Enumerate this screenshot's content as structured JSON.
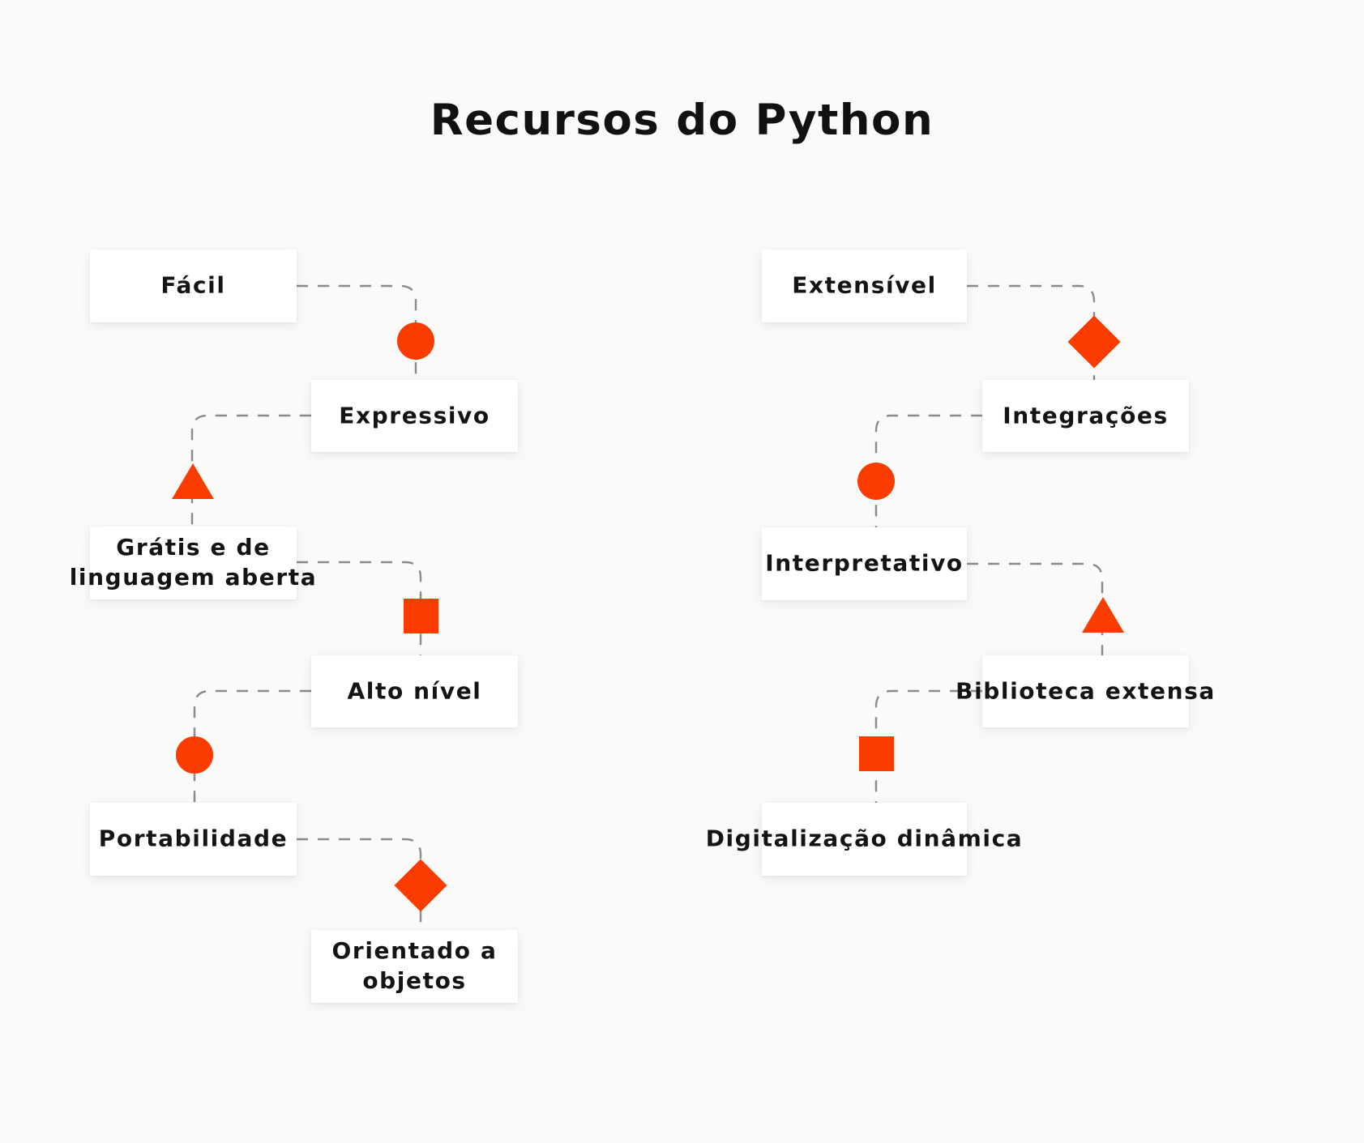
{
  "title": "Recursos do Python",
  "theme": {
    "accent": "#FA3C00",
    "page_background": "#FBFAF9",
    "node_background": "#FFFFFF",
    "text_color": "#141414",
    "connector_color": "#8A8A8A"
  },
  "columns": [
    {
      "name": "left-column",
      "nodes": [
        {
          "label": "Fácil",
          "marker": "circle"
        },
        {
          "label": "Expressivo",
          "marker": "triangle"
        },
        {
          "label": "Grátis e de linguagem aberta",
          "marker": "square"
        },
        {
          "label": "Alto nível",
          "marker": "circle"
        },
        {
          "label": "Portabilidade",
          "marker": "diamond"
        },
        {
          "label": "Orientado a objetos",
          "marker": null
        }
      ]
    },
    {
      "name": "right-column",
      "nodes": [
        {
          "label": "Extensível",
          "marker": "diamond"
        },
        {
          "label": "Integrações",
          "marker": "circle"
        },
        {
          "label": "Interpretativo",
          "marker": "triangle"
        },
        {
          "label": "Biblioteca extensa",
          "marker": "square"
        },
        {
          "label": "Digitalização dinâmica",
          "marker": null
        },
        {
          "label": "",
          "marker": null
        }
      ]
    }
  ],
  "markers": {
    "circle": "circle-marker",
    "triangle": "triangle-marker",
    "square": "square-marker",
    "diamond": "diamond-marker"
  }
}
